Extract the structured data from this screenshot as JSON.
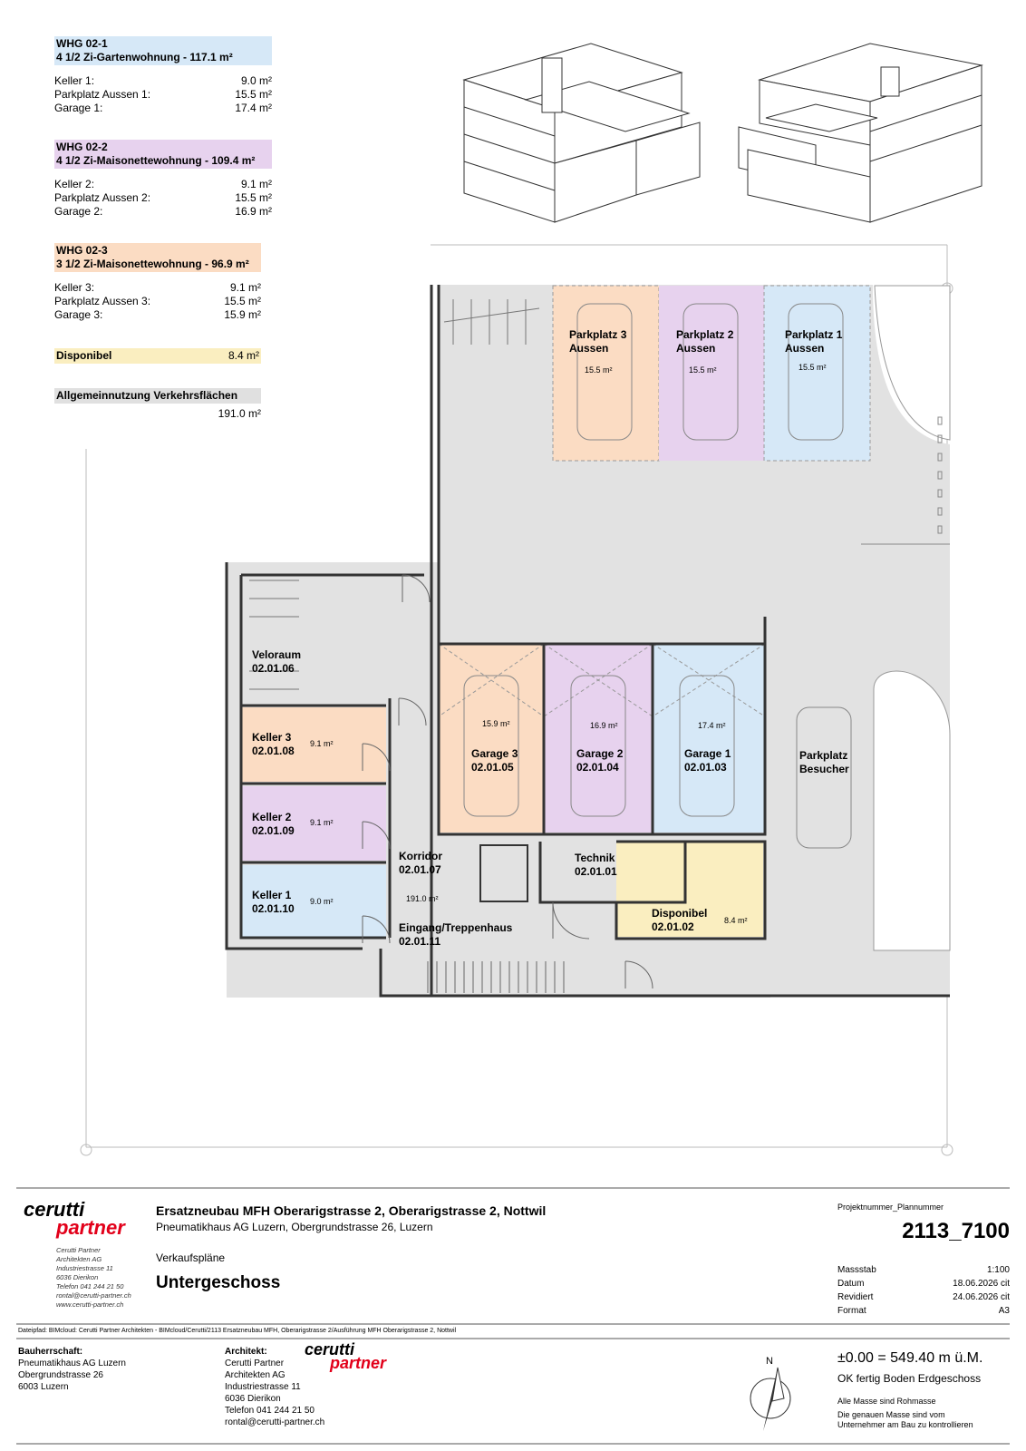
{
  "legend": {
    "units": [
      {
        "id": "whg021",
        "head1": "WHG 02-1",
        "head2": "4 1/2 Zi-Gartenwohnung - 117.1 m²",
        "color": "#d6e8f7",
        "rows": [
          [
            "Keller 1:",
            "9.0 m²"
          ],
          [
            "Parkplatz Aussen 1:",
            "15.5 m²"
          ],
          [
            "Garage 1:",
            "17.4 m²"
          ]
        ]
      },
      {
        "id": "whg022",
        "head1": "WHG 02-2",
        "head2": "4 1/2 Zi-Maisonettewohnung - 109.4 m²",
        "color": "#e7d2ee",
        "rows": [
          [
            "Keller 2:",
            "9.1 m²"
          ],
          [
            "Parkplatz Aussen 2:",
            "15.5 m²"
          ],
          [
            "Garage 2:",
            "16.9 m²"
          ]
        ]
      },
      {
        "id": "whg023",
        "head1": "WHG 02-3",
        "head2": "3 1/2 Zi-Maisonettewohnung - 96.9 m²",
        "color": "#fbdcc3",
        "rows": [
          [
            "Keller 3:",
            "9.1 m²"
          ],
          [
            "Parkplatz Aussen 3:",
            "15.5 m²"
          ],
          [
            "Garage 3:",
            "15.9 m²"
          ]
        ]
      }
    ],
    "disponibel_label": "Disponibel",
    "disponibel_area": "8.4 m²",
    "disponibel_color": "#faeec0",
    "allgemein_label": "Allgemeinnutzung Verkehrsflächen",
    "allgemein_area": "191.0 m²",
    "allgemein_color": "#e0e0e0"
  },
  "plan": {
    "parkplatz3": "Parkplatz 3",
    "parkplatz2": "Parkplatz 2",
    "parkplatz1": "Parkplatz 1",
    "aussen": "Aussen",
    "pp_area": "15.5 m²",
    "veloraum": "Veloraum",
    "veloraum_nr": "02.01.06",
    "keller3": "Keller 3",
    "keller3_nr": "02.01.08",
    "keller3_area": "9.1 m²",
    "keller2": "Keller 2",
    "keller2_nr": "02.01.09",
    "keller2_area": "9.1 m²",
    "keller1": "Keller 1",
    "keller1_nr": "02.01.10",
    "keller1_area": "9.0 m²",
    "garage3": "Garage 3",
    "garage3_nr": "02.01.05",
    "garage3_area": "15.9 m²",
    "garage2": "Garage 2",
    "garage2_nr": "02.01.04",
    "garage2_area": "16.9 m²",
    "garage1": "Garage 1",
    "garage1_nr": "02.01.03",
    "garage1_area": "17.4 m²",
    "korridor": "Korridor",
    "korridor_nr": "02.01.07",
    "korridor_area": "191.0 m²",
    "eingang": "Eingang/Treppenhaus",
    "eingang_nr": "02.01.11",
    "technik": "Technik",
    "technik_nr": "02.01.01",
    "disponibel": "Disponibel",
    "disponibel_nr": "02.01.02",
    "disponibel_area": "8.4 m²",
    "besucher1": "Parkplatz",
    "besucher2": "Besucher"
  },
  "titleblock": {
    "logo_top": "cerutti",
    "logo_bottom": "partner",
    "logo_address": [
      "Cerutti Partner",
      "Architekten AG",
      "Industriestrasse 11",
      "6036 Dierikon",
      "Telefon 041 244 21 50",
      "rontal@cerutti-partner.ch",
      "www.cerutti-partner.ch"
    ],
    "project": "Ersatzneubau MFH Oberarigstrasse 2, Oberarigstrasse 2, Nottwil",
    "client_line": "Pneumatikhaus AG Luzern, Obergrundstrasse 26, Luzern",
    "plan_type": "Verkaufspläne",
    "floor": "Untergeschoss",
    "projnr_label": "Projektnummer_Plannummer",
    "projnr": "2113_7100",
    "massstab_label": "Massstab",
    "massstab": "1:100",
    "datum_label": "Datum",
    "datum": "18.06.2026 cit",
    "revidiert_label": "Revidiert",
    "revidiert": "24.06.2026 cit",
    "format_label": "Format",
    "format": "A3",
    "path": "Dateipfad: BIMcloud: Cerutti Partner Architekten - BIMcloud/Cerutti/2113 Ersatzneubau MFH, Oberarigstrasse 2/Ausführung MFH Oberarigstrasse 2, Nottwil",
    "bauherr_label": "Bauherrschaft:",
    "bauherr": [
      "Pneumatikhaus AG Luzern",
      "Obergrundstrasse 26",
      "6003 Luzern"
    ],
    "architekt_label": "Architekt:",
    "architekt": [
      "Cerutti Partner",
      "Architekten AG",
      "Industriestrasse 11",
      "6036 Dierikon",
      "Telefon 041 244 21 50",
      "rontal@cerutti-partner.ch"
    ],
    "north": "N",
    "height": "±0.00 = 549.40 m ü.M.",
    "height_ref": "OK fertig Boden Erdgeschoss",
    "note1": "Alle Masse sind Rohmasse",
    "note2": "Die genauen Masse sind vom",
    "note3": "Unternehmer am Bau zu kontrollieren"
  }
}
